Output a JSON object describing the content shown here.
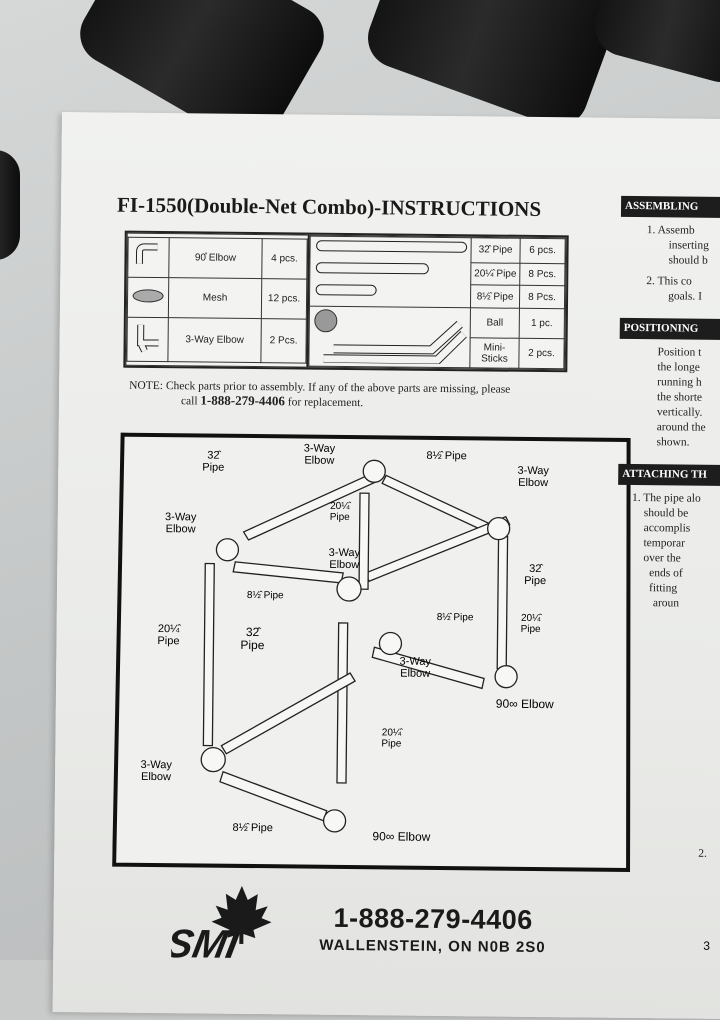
{
  "document": {
    "title": "FI-1550(Double-Net Combo)-INSTRUCTIONS",
    "parts_left": [
      {
        "name": "90̊ Elbow",
        "qty": "4 pcs."
      },
      {
        "name": "Mesh",
        "qty": "12 pcs."
      },
      {
        "name": "3-Way Elbow",
        "qty": "2 Pcs."
      }
    ],
    "parts_right": [
      {
        "name": "32̂ Pipe",
        "qty": "6 pcs."
      },
      {
        "name": "20¼̂ Pipe",
        "qty": "8 Pcs."
      },
      {
        "name": "8½̂ Pipe",
        "qty": "8 Pcs."
      },
      {
        "name": "Ball",
        "qty": "1 pc."
      },
      {
        "name": "Mini-Sticks",
        "qty": "2 pcs."
      }
    ],
    "note_line1": "NOTE: Check parts prior to assembly. If any of the above parts are missing, please",
    "note_call": "call",
    "note_phone": "1-888-279-4406",
    "note_end": "for replacement.",
    "diagram_labels": {
      "pipe32_top": "32̂\nPipe",
      "threeway_top": "3-Way\nElbow",
      "pipe8_top": "8½̂ Pipe",
      "threeway_right": "3-Way\nElbow",
      "threeway_left": "3-Way\nElbow",
      "pipe20_mid": "20¼̂\nPipe",
      "threeway_center": "3-Way\nElbow",
      "pipe32_right": "32̂\nPipe",
      "pipe8_mid": "8½̂ Pipe",
      "pipe20_left": "20¼̂\nPipe",
      "pipe32_front": "32̂\nPipe",
      "pipe8_right": "8½̂ Pipe",
      "pipe20_right": "20¼̂\nPipe",
      "threeway_lower": "3-Way\nElbow",
      "elbow90_right": "90∞ Elbow",
      "pipe20_lower": "20¼̂\nPipe",
      "threeway_bottom": "3-Way\nElbow",
      "pipe8_bottom": "8½̂ Pipe",
      "elbow90_bottom": "90∞ Elbow"
    },
    "right_column": {
      "section1_heading": "ASSEMBLING",
      "section1_items": [
        "1.  Assemb",
        "inserting",
        "should b",
        "2.  This co",
        "goals. I"
      ],
      "section2_heading": "POSITIONING",
      "section2_text": [
        "Position t",
        "the longe",
        "running h",
        "the shorte",
        "vertically.",
        "around the",
        "shown."
      ],
      "section3_heading": "ATTACHING TH",
      "section3_text": [
        "1. The pipe alo",
        "should be",
        "accomplis",
        "temporar",
        "over the",
        "ends of",
        "fitting",
        "aroun"
      ],
      "bottom_marker": "2."
    },
    "footer": {
      "logo_text": "SMI",
      "phone": "1-888-279-4406",
      "address": "WALLENSTEIN, ON N0B 2S0",
      "page_num": "3"
    }
  },
  "colors": {
    "ink": "#1d1d1d",
    "paper": "#eeefec",
    "tube": "#151515"
  }
}
